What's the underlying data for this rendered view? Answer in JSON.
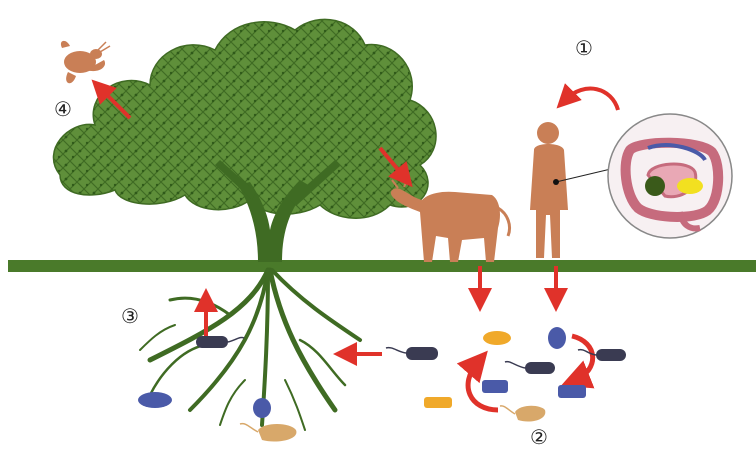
{
  "labels": {
    "n1": "①",
    "n2": "②",
    "n3": "③",
    "n4": "④"
  },
  "colors": {
    "tree_green": "#4f7d2f",
    "leaf_green": "#5f8f3a",
    "ground": "#4a7a2a",
    "arrow_red": "#e0322a",
    "silhouette": "#c97f56",
    "bacterium_dark": "#3a3b52",
    "bacterium_blue": "#4a5aa8",
    "bacterium_orange": "#f0a92a",
    "bacterium_tan": "#d8a86a"
  },
  "icons": [
    "tree-icon",
    "insect-icon",
    "cow-icon",
    "human-icon",
    "intestine-icon",
    "bacterium-icon"
  ]
}
